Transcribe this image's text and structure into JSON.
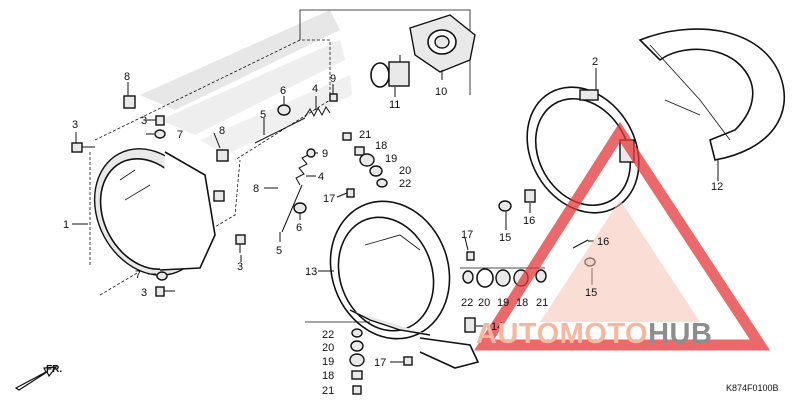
{
  "diagram": {
    "code": "K874F0100B",
    "direction": "FR.",
    "callouts": [
      "1",
      "2",
      "3",
      "4",
      "5",
      "6",
      "7",
      "8",
      "9",
      "10",
      "11",
      "12",
      "13",
      "14",
      "15",
      "16",
      "17",
      "18",
      "19",
      "20",
      "21",
      "22"
    ]
  },
  "watermark": {
    "brand_part1": "AUTOMOTO",
    "brand_part2": "HUB",
    "colors": {
      "triangle": "#e4363a",
      "triangle_fill": "#f6c1b3",
      "brand_text": "#f2c9b8",
      "hub_text": "#8d8d8d"
    }
  }
}
